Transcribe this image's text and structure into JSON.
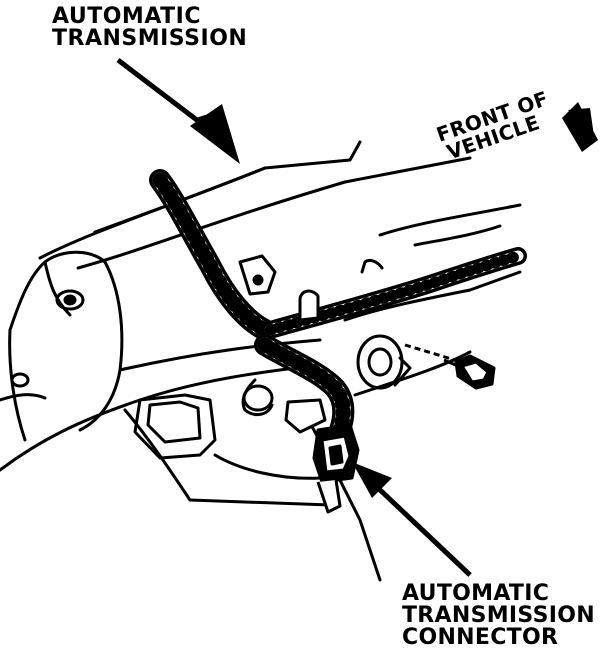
{
  "labels": {
    "transmission": [
      "AUTOMATIC",
      "TRANSMISSION"
    ],
    "front_of_vehicle": [
      "FRONT OF",
      "VEHICLE"
    ],
    "connector": [
      "AUTOMATIC",
      "TRANSMISSION",
      "CONNECTOR"
    ]
  },
  "colors": {
    "ink": "#000000",
    "paper": "#ffffff"
  }
}
